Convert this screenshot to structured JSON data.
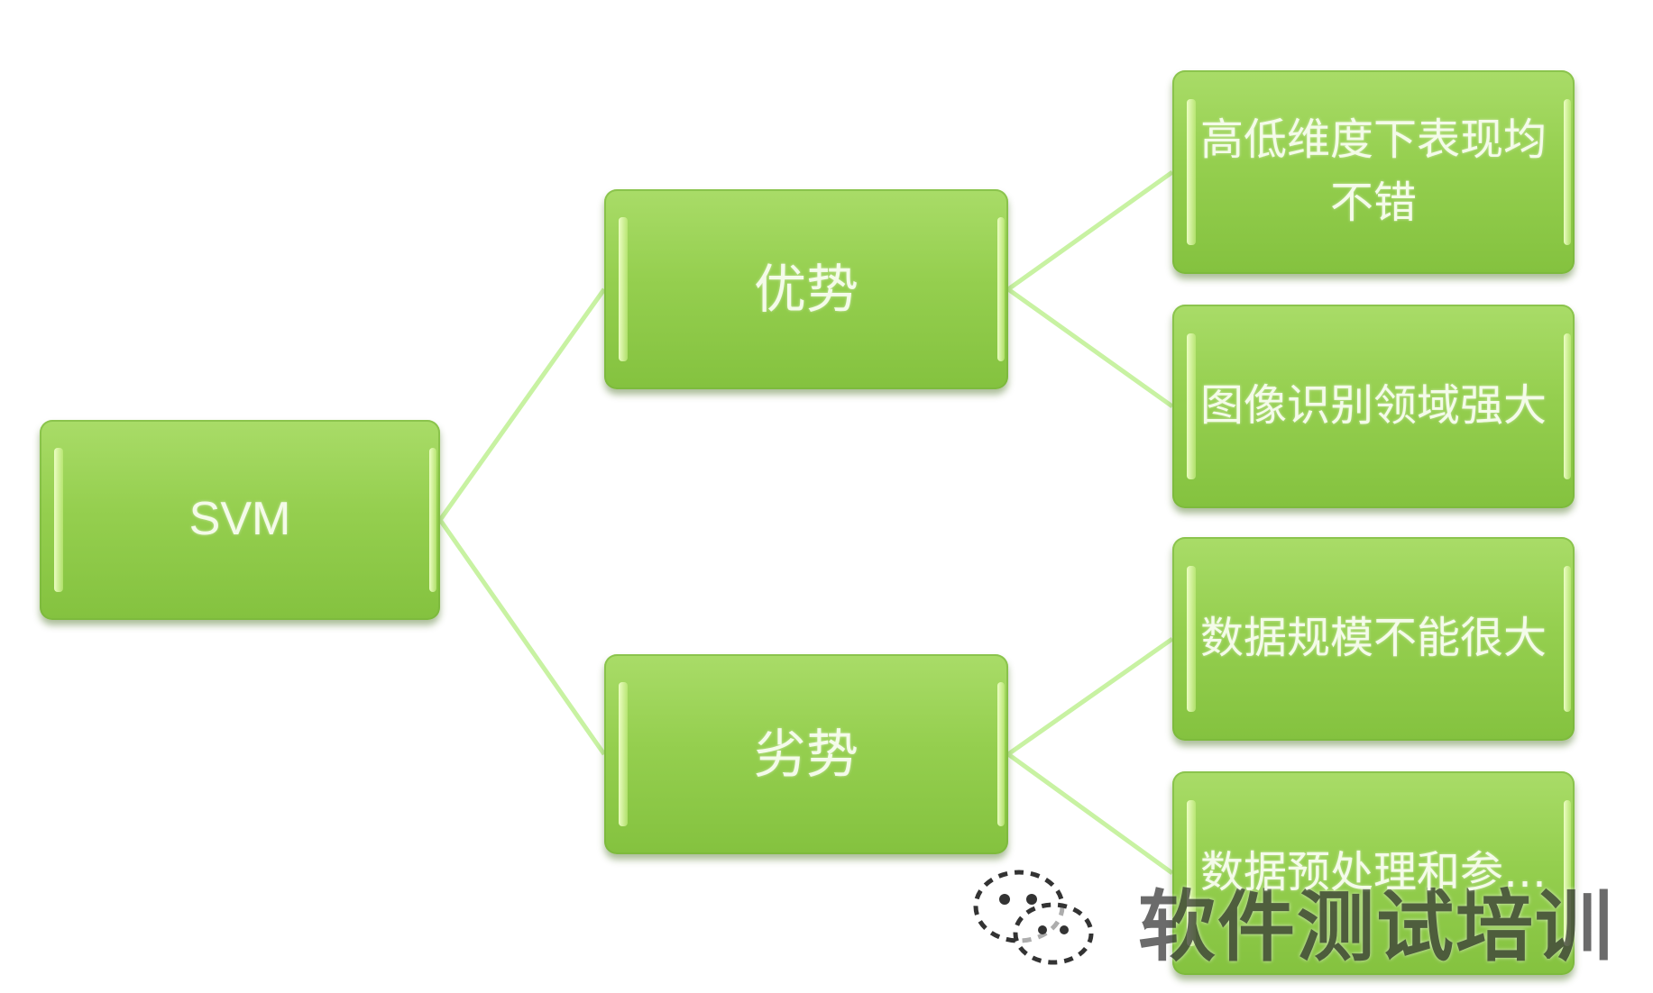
{
  "diagram": {
    "root": {
      "label": "SVM"
    },
    "branches": [
      {
        "label": "优势",
        "leaves": [
          "高低维度下表现均不错",
          "图像识别领域强大"
        ]
      },
      {
        "label": "劣势",
        "leaves": [
          "数据规模不能很大",
          "数据预处理和参…"
        ]
      }
    ],
    "node_color": "#95cf4f",
    "connector_color": "#c8f2a2",
    "text_color": "#f4fbe9"
  },
  "watermark": {
    "icon": "wechat-icon",
    "text": "软件测试培训"
  }
}
